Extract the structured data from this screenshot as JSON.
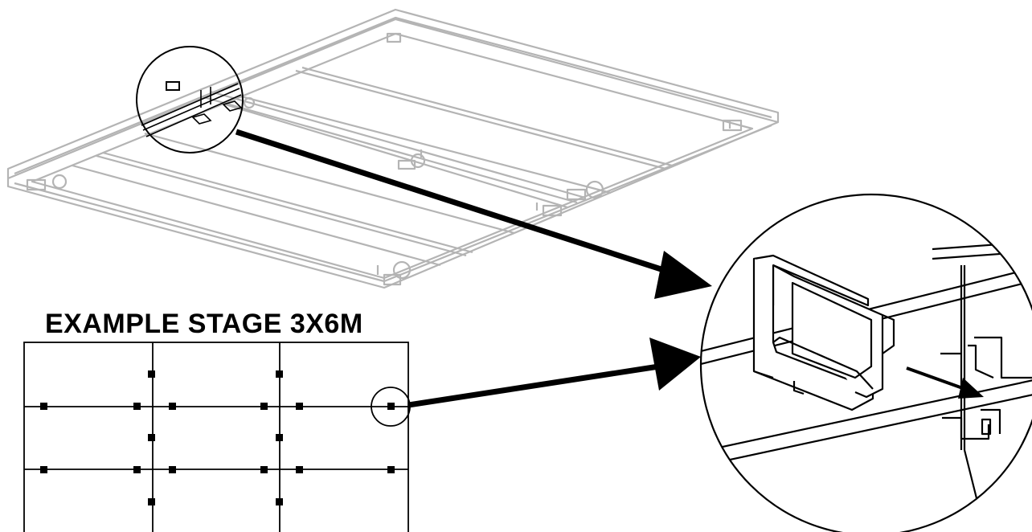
{
  "diagram": {
    "title": "EXAMPLE STAGE 3X6M",
    "description_elements": {
      "stage_deck": "stage-deck-isometric",
      "detail_callout": "connector-clip-detail",
      "plan_grid": "stage-plan-grid"
    },
    "colors": {
      "deck_line": "#b4b4b4",
      "ink": "#000000",
      "background": "#ffffff"
    }
  }
}
